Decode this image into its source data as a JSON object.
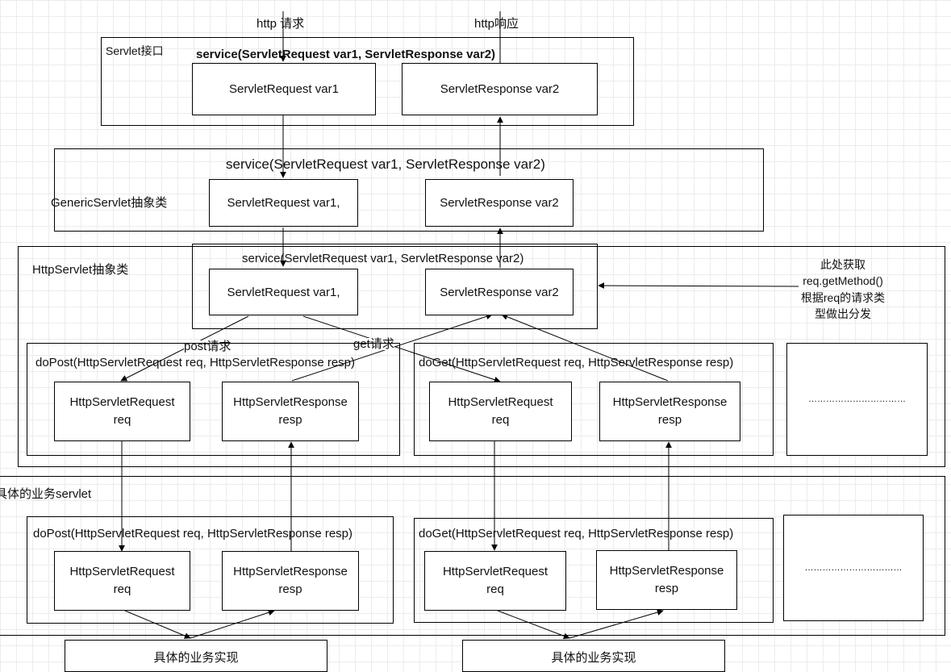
{
  "top": {
    "http_request": "http 请求",
    "http_response": "http响应"
  },
  "servlet_interface": {
    "title": "Servlet接口",
    "method": "service(ServletRequest var1, ServletResponse var2)",
    "req": "ServletRequest var1",
    "resp": "ServletResponse var2"
  },
  "generic_servlet": {
    "title": "GenericServlet抽象类",
    "method": "service(ServletRequest var1, ServletResponse var2)",
    "req": "ServletRequest var1,",
    "resp": "ServletResponse var2"
  },
  "http_servlet": {
    "title": "HttpServlet抽象类",
    "method": "service(ServletRequest var1, ServletResponse var2)",
    "req": "ServletRequest var1,",
    "resp": "ServletResponse var2",
    "note": "此处获取\nreq.getMethod()\n根据req的请求类\n型做出分发",
    "post_label": "post请求",
    "get_label": "get请求",
    "do_post": {
      "method": "doPost(HttpServletRequest req, HttpServletResponse resp)",
      "req": "HttpServletRequest\nreq",
      "resp": "HttpServletResponse\nresp"
    },
    "do_get": {
      "method": "doGet(HttpServletRequest req, HttpServletResponse resp)",
      "req": "HttpServletRequest\nreq",
      "resp": "HttpServletResponse\nresp"
    },
    "more": "……………………………"
  },
  "business_servlet": {
    "title": "具体的业务servlet",
    "do_post": {
      "method": "doPost(HttpServletRequest req, HttpServletResponse resp)",
      "req": "HttpServletRequest\nreq",
      "resp": "HttpServletResponse\nresp"
    },
    "do_get": {
      "method": "doGet(HttpServletRequest req, HttpServletResponse resp)",
      "req": "HttpServletRequest\nreq",
      "resp": "HttpServletResponse\nresp"
    },
    "more": "……………………………"
  },
  "impl": {
    "left": "具体的业务实现",
    "right": "具体的业务实现"
  }
}
